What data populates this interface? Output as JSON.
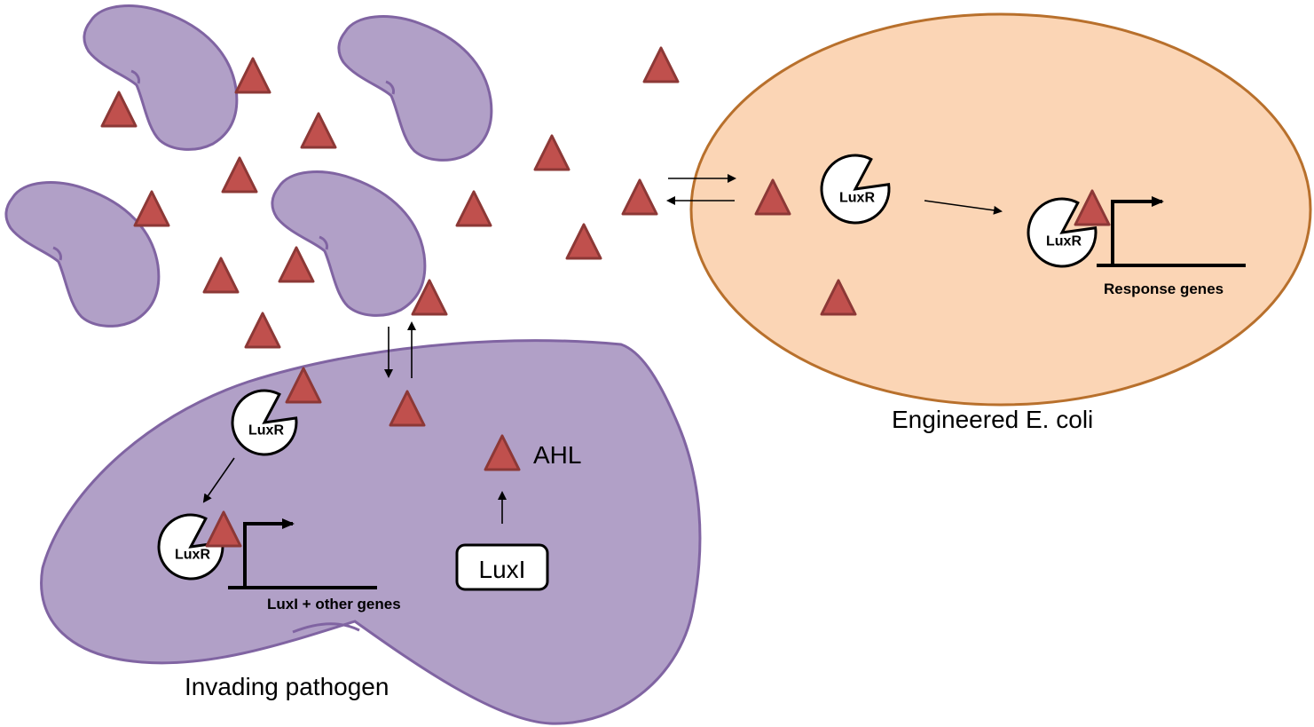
{
  "colors": {
    "pathogen_fill": "#b1a0c7",
    "pathogen_stroke": "#8064a2",
    "ecoli_fill": "#fbd5b5",
    "ecoli_stroke": "#b8702c",
    "ahl_fill": "#c0504d",
    "ahl_stroke": "#8c3836"
  },
  "labels": {
    "invading_pathogen": "Invading pathogen",
    "engineered_ecoli": "Engineered E. coli",
    "ahl": "AHL",
    "luxi_box": "LuxI",
    "luxr_pathogen_free": "LuxR",
    "luxr_pathogen_bound": "LuxR",
    "luxr_ecoli_free": "LuxR",
    "luxr_ecoli_bound": "LuxR",
    "pathogen_genes": "LuxI + other genes",
    "ecoli_genes": "Response genes"
  },
  "legend_icons": {
    "ahl_molecule": "triangle",
    "luxr_protein": "pacman-circle",
    "promoter": "bent-arrow"
  }
}
